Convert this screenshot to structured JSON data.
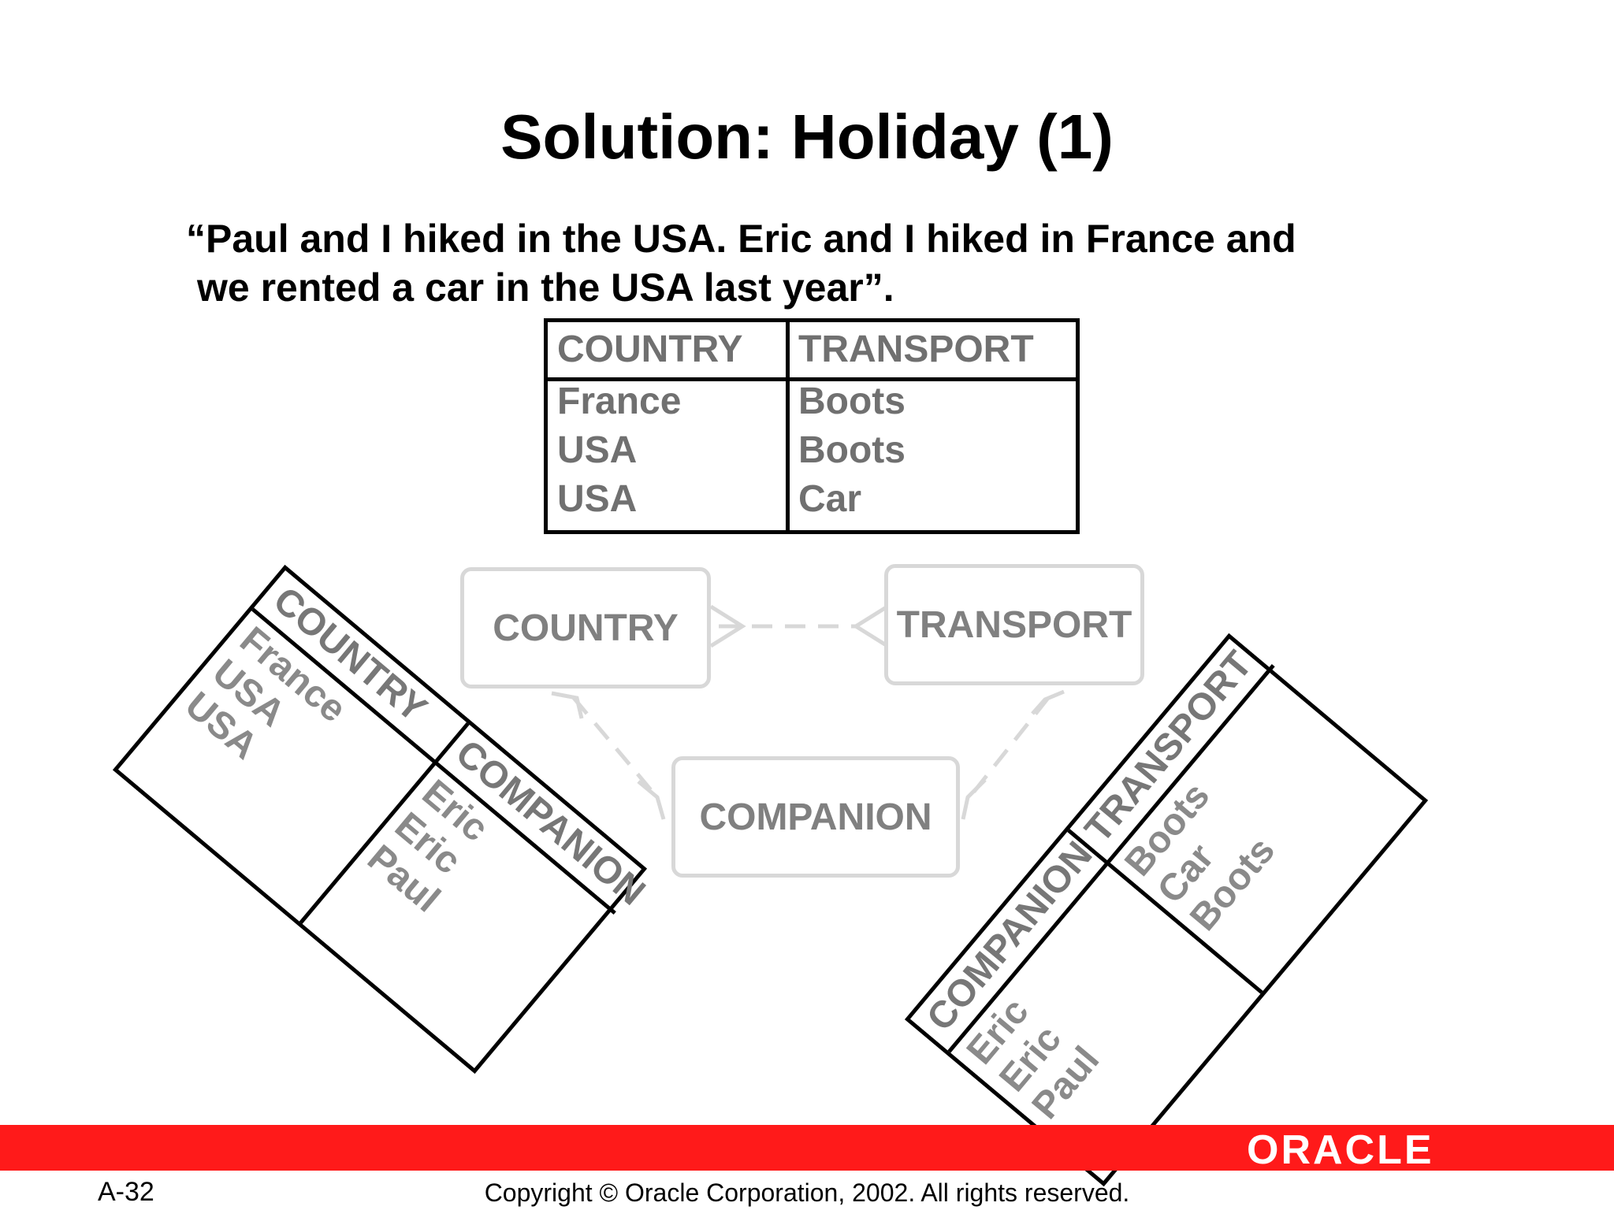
{
  "title": "Solution: Holiday (1)",
  "quote": {
    "line1": "“Paul and I hiked in the USA. Eric and I hiked in France and",
    "line2": "we rented a car in the USA last year”."
  },
  "top_table": {
    "headers": [
      "COUNTRY",
      "TRANSPORT"
    ],
    "rows": [
      [
        "France",
        "Boots"
      ],
      [
        "USA",
        "Boots"
      ],
      [
        "USA",
        "Car"
      ]
    ]
  },
  "left_table": {
    "headers": [
      "COUNTRY",
      "COMPANION"
    ],
    "country_values": [
      "France",
      "USA",
      "USA"
    ],
    "companion_values": [
      "Eric",
      "Eric",
      "Paul"
    ]
  },
  "right_table": {
    "headers": [
      "COMPANION",
      "TRANSPORT"
    ],
    "companion_values": [
      "Eric",
      "Eric",
      "Paul"
    ],
    "transport_values": [
      "Boots",
      "Car",
      "Boots"
    ]
  },
  "entities": {
    "country": "COUNTRY",
    "transport": "TRANSPORT",
    "companion": "COMPANION"
  },
  "footer": {
    "page": "A-32",
    "copyright": "Copyright © Oracle Corporation, 2002. All rights reserved.",
    "logo": "ORACLE"
  },
  "colors": {
    "brand_red": "#ff1a1a",
    "faded_entity": "#d8d8d8",
    "table_text": "#707070"
  }
}
